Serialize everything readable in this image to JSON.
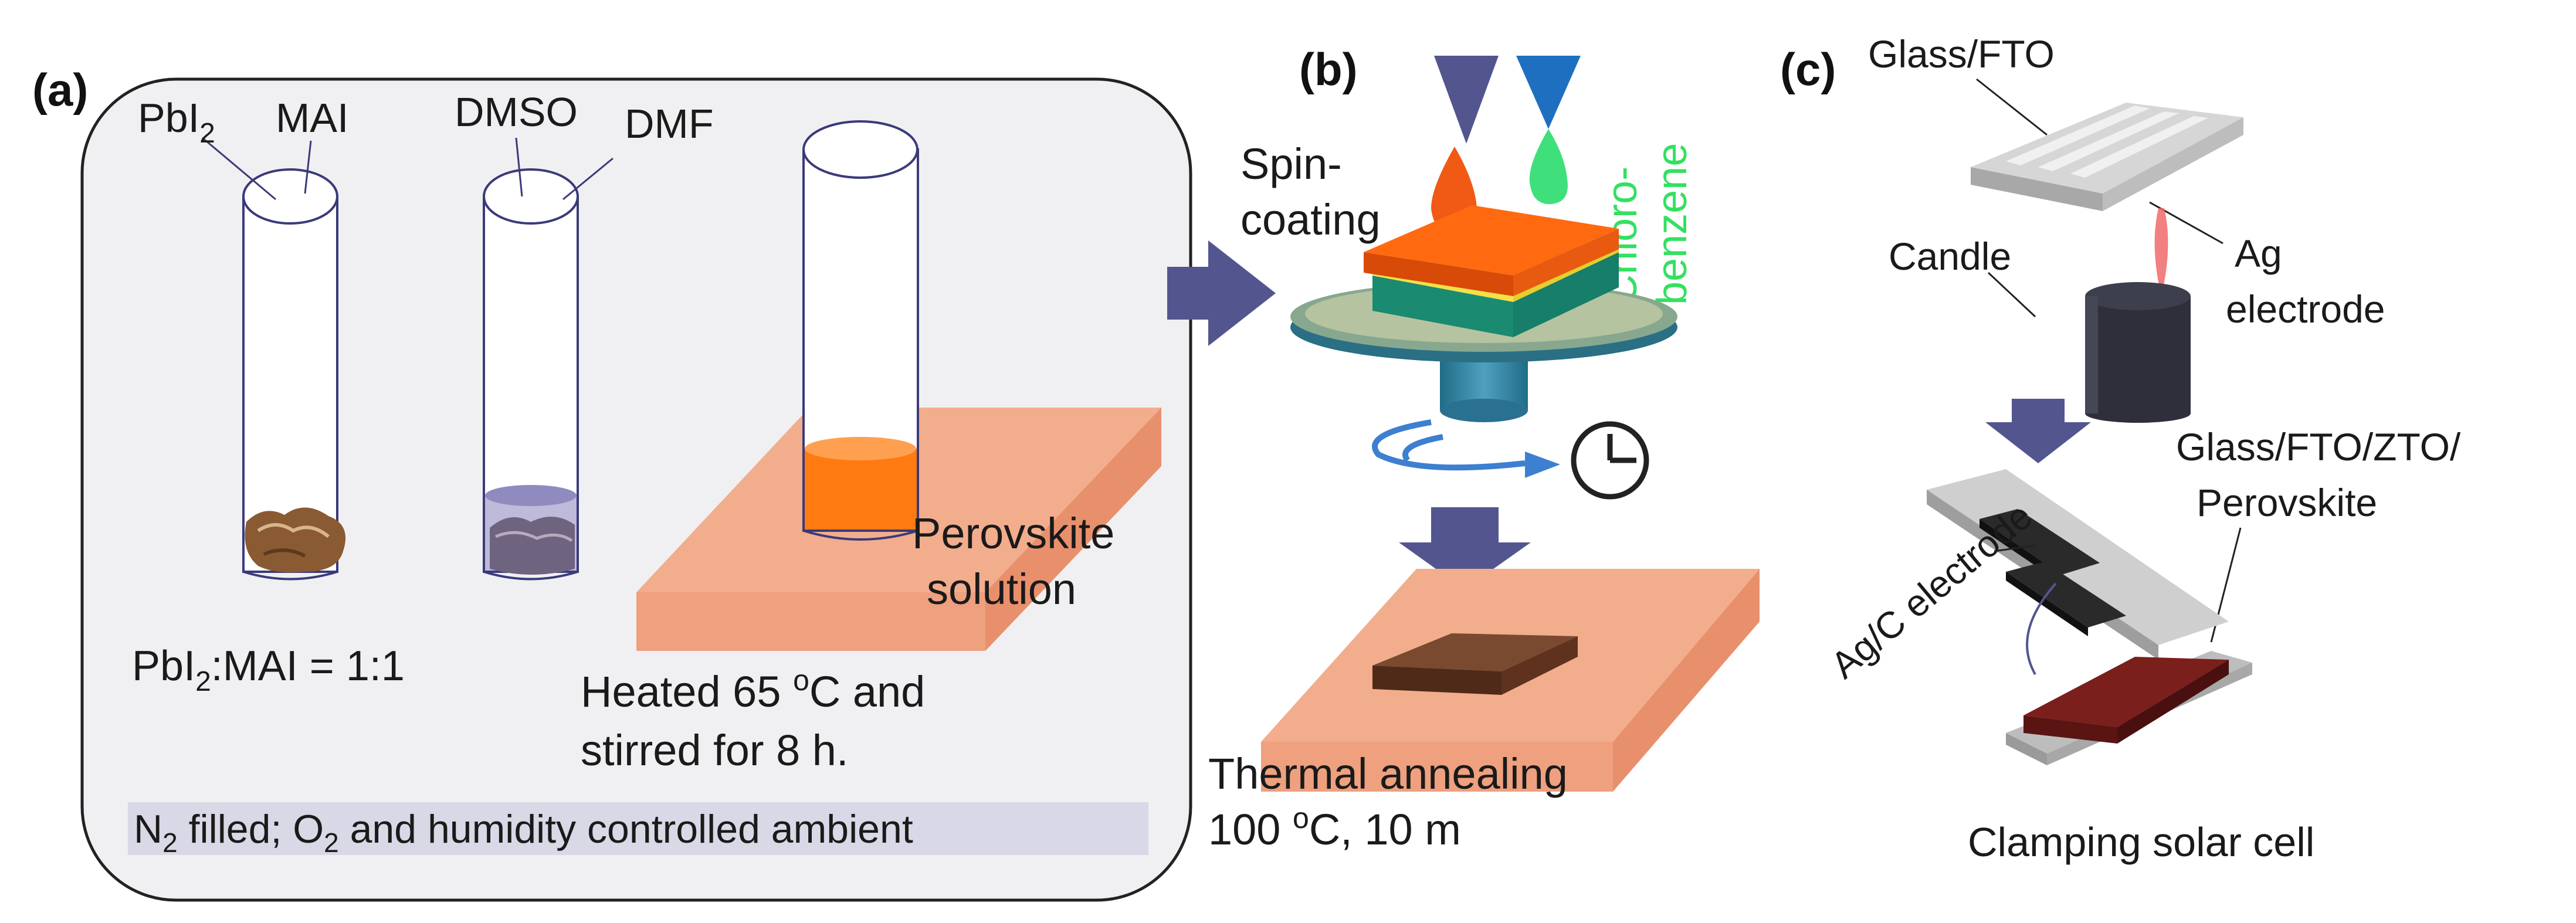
{
  "panel_a": {
    "label": "(a)",
    "tube1_label_a": "PbI",
    "tube1_label_a_sub": "2",
    "tube1_label_b": "MAI",
    "tube2_label_a": "DMSO",
    "tube2_label_b": "DMF",
    "ratio_prefix": "PbI",
    "ratio_sub": "2",
    "ratio_suffix": ":MAI = 1:1",
    "solution_label_line1": "Perovskite",
    "solution_label_line2": "solution",
    "heated_line1_prefix": "Heated 65 ",
    "heated_line1_sup": "o",
    "heated_line1_suffix": "C and",
    "heated_line2": "stirred for 8 h.",
    "ambient_part1": "N",
    "ambient_sub1": "2",
    "ambient_part2": " filled; O",
    "ambient_sub2": "2",
    "ambient_part3": " and humidity controlled ambient"
  },
  "panel_b": {
    "label": "(b)",
    "spin_line1": "Spin-",
    "spin_line2": "coating",
    "chloro_line1": "Chloro-",
    "chloro_line2": "benzene",
    "anneal_line1": "Thermal annealing",
    "anneal_line2_prefix": "100 ",
    "anneal_line2_sup": "o",
    "anneal_line2_suffix": "C, 10 m"
  },
  "panel_c": {
    "label": "(c)",
    "glass_fto": "Glass/FTO",
    "candle": "Candle",
    "ag_line1": "Ag",
    "ag_line2": "electrode",
    "stack_line1": "Glass/FTO/ZTO/",
    "stack_line2": "Perovskite",
    "agc_electrode": "Ag/C electrode",
    "clamping": "Clamping solar cell"
  },
  "colors": {
    "arrow": "#53558f",
    "hotplate": "#f2ad8d",
    "hotplate_side": "#e8906c",
    "perovskite_solution": "#ff7a10",
    "spin_pad": "#1c7a7e",
    "chlorobenzene": "#3fe07c",
    "film": "#6b3f28",
    "candle": "#2e2f3a",
    "cell_film": "#6a1a18",
    "ambient_band": "#d8d8e6"
  }
}
